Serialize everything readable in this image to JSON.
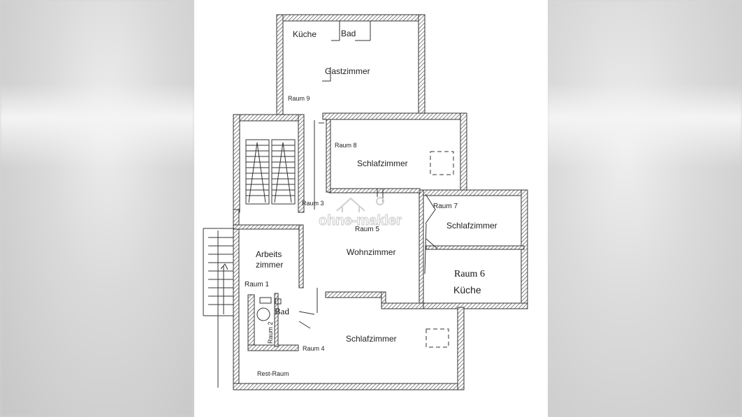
{
  "rooms": {
    "kueche_top": "Küche",
    "bad_top": "Bad",
    "gastzimmer": "Gastzimmer",
    "raum9": "Raum 9",
    "raum8": "Raum 8",
    "schlafzimmer_1": "Schlafzimmer",
    "raum3": "Raum 3",
    "raum7": "Raum 7",
    "schlafzimmer_2": "Schlafzimmer",
    "raum5": "Raum 5",
    "arbeits": "Arbeits",
    "zimmer": "zimmer",
    "wohnzimmer": "Wohnzimmer",
    "raum6": "Raum 6",
    "kueche_right": "Küche",
    "raum1": "Raum 1",
    "bad_left": "Bad",
    "raum2": "Raum 2",
    "schlafzimmer_3": "Schlafzimmer",
    "raum4": "Raum 4",
    "rest_raum": "Rest-Raum"
  },
  "watermark": "ohne-makler",
  "colors": {
    "wall": "#3a3a3a",
    "hatch": "#555555",
    "paper": "#ffffff",
    "background": "#d4d4d4"
  }
}
